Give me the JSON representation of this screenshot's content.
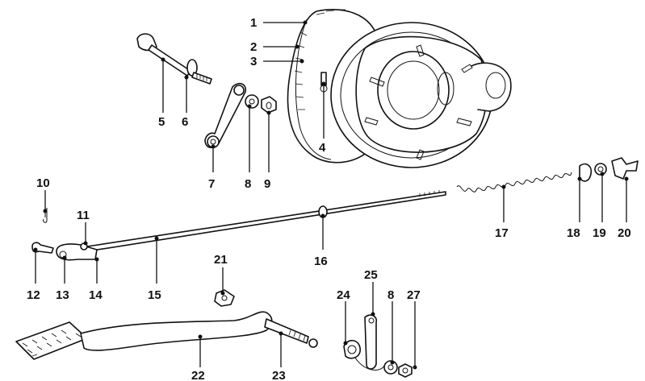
{
  "diagram": {
    "callouts": [
      {
        "id": "c1",
        "label": "1"
      },
      {
        "id": "c2",
        "label": "2"
      },
      {
        "id": "c3",
        "label": "3"
      },
      {
        "id": "c4",
        "label": "4"
      },
      {
        "id": "c5",
        "label": "5"
      },
      {
        "id": "c6",
        "label": "6"
      },
      {
        "id": "c7",
        "label": "7"
      },
      {
        "id": "c8a",
        "label": "8"
      },
      {
        "id": "c9",
        "label": "9"
      },
      {
        "id": "c10",
        "label": "10"
      },
      {
        "id": "c11",
        "label": "11"
      },
      {
        "id": "c12",
        "label": "12"
      },
      {
        "id": "c13",
        "label": "13"
      },
      {
        "id": "c14",
        "label": "14"
      },
      {
        "id": "c15",
        "label": "15"
      },
      {
        "id": "c16",
        "label": "16"
      },
      {
        "id": "c17",
        "label": "17"
      },
      {
        "id": "c18",
        "label": "18"
      },
      {
        "id": "c19",
        "label": "19"
      },
      {
        "id": "c20",
        "label": "20"
      },
      {
        "id": "c21",
        "label": "21"
      },
      {
        "id": "c22",
        "label": "22"
      },
      {
        "id": "c23",
        "label": "23"
      },
      {
        "id": "c24",
        "label": "24"
      },
      {
        "id": "c25",
        "label": "25"
      },
      {
        "id": "c8b",
        "label": "8"
      },
      {
        "id": "c27",
        "label": "27"
      }
    ]
  }
}
